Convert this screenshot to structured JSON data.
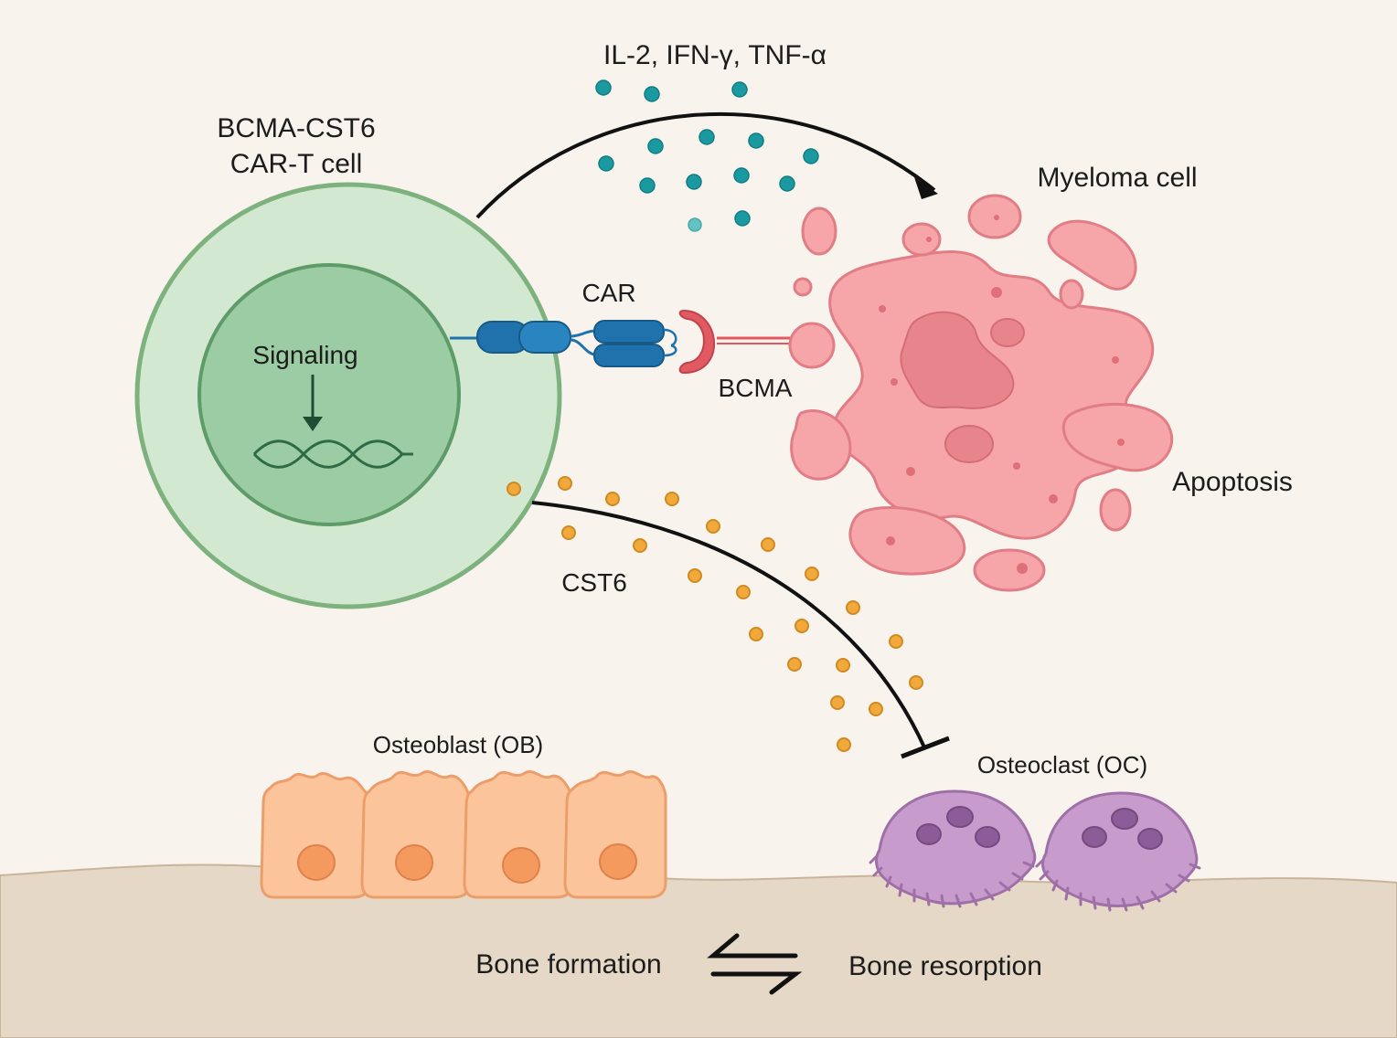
{
  "labels": {
    "cytokines": "IL-2, IFN-γ, TNF-α",
    "car_t_line1": "BCMA-CST6",
    "car_t_line2": "CAR-T cell",
    "signaling": "Signaling",
    "car": "CAR",
    "bcma": "BCMA",
    "myeloma": "Myeloma cell",
    "apoptosis": "Apoptosis",
    "cst6": "CST6",
    "osteoblast": "Osteoblast (OB)",
    "osteoclast": "Osteoclast (OC)",
    "bone_formation": "Bone formation",
    "bone_resorption": "Bone resorption"
  },
  "colors": {
    "background": "#f8f3ec",
    "bone": "#e6d8c6",
    "car_t_outer": "#d3e8d0",
    "car_t_nucleus": "#9ccca4",
    "car_t_stroke": "#7db27e",
    "dna": "#2e6b45",
    "car_receptor": "#1f72ac",
    "bcma_receptor": "#e15a62",
    "myeloma": "#f6a5a9",
    "myeloma_stroke": "#e07d85",
    "cytokine_dot": "#1a9aa0",
    "cst6_dot": "#f2a93b",
    "osteoblast": "#fcc49a",
    "osteoblast_stroke": "#ec9e6a",
    "osteoclast": "#c79bcc",
    "osteoclast_stroke": "#9f6fa8",
    "arrow": "#111111"
  }
}
